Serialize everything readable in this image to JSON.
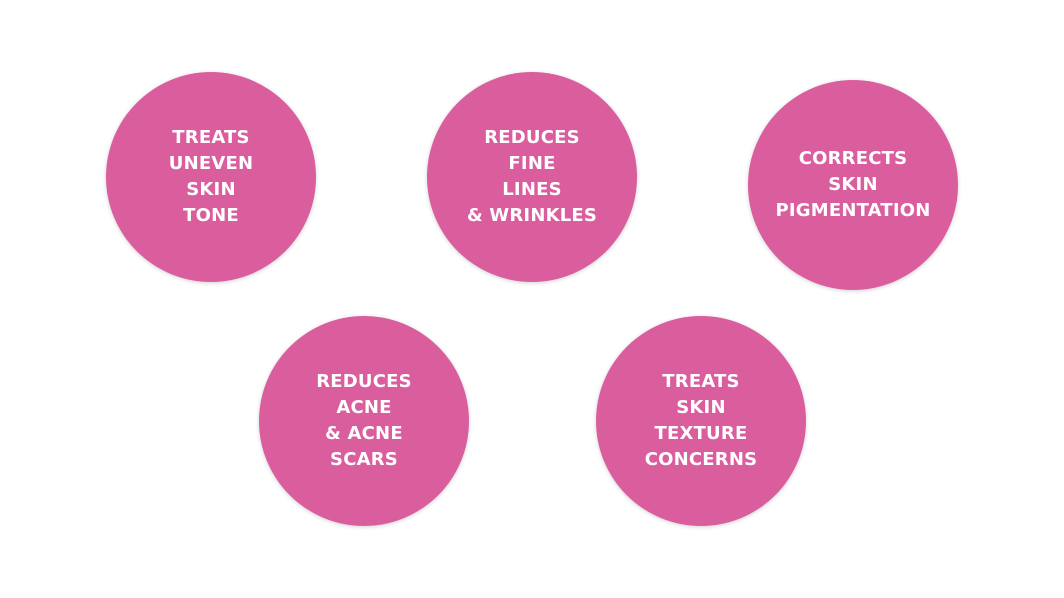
{
  "accent_color": "#da5e9e",
  "benefits": [
    {
      "lines": [
        "TREATS",
        "UNEVEN",
        "SKIN",
        "TONE"
      ]
    },
    {
      "lines": [
        "REDUCES",
        "FINE",
        "LINES",
        "& WRINKLES"
      ]
    },
    {
      "lines": [
        "CORRECTS",
        "SKIN",
        "PIGMENTATION"
      ]
    },
    {
      "lines": [
        "REDUCES",
        "ACNE",
        "& ACNE",
        "SCARS"
      ]
    },
    {
      "lines": [
        "TREATS",
        "SKIN",
        "TEXTURE",
        "CONCERNS"
      ]
    }
  ]
}
